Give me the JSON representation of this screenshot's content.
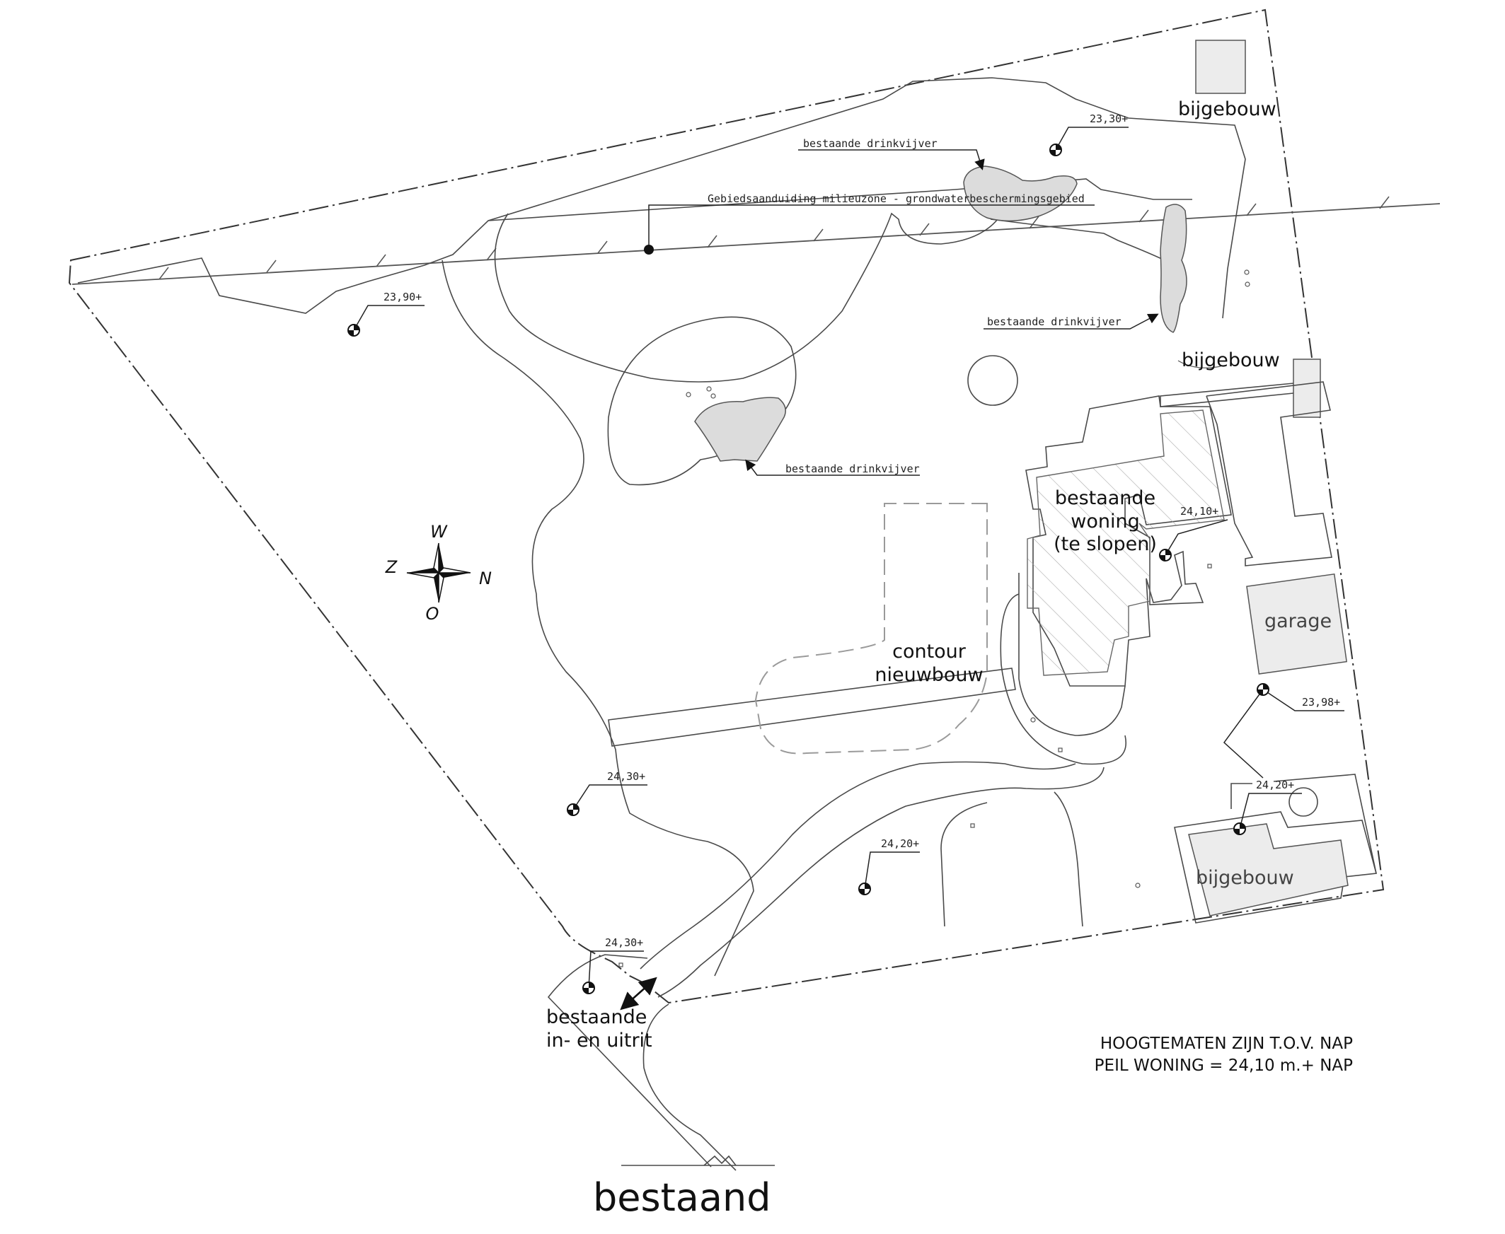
{
  "labels": {
    "bijgebouw_top": "bijgebouw",
    "bijgebouw_mid": "bijgebouw",
    "bijgebouw_bottom": "bijgebouw",
    "garage": "garage",
    "woning_line1": "bestaande",
    "woning_line2": "woning",
    "woning_line3": "(te slopen)",
    "contour_line1": "contour",
    "contour_line2": "nieuwbouw",
    "inrit_line1": "bestaande",
    "inrit_line2": "in- en uitrit",
    "pond_top": "bestaande drinkvijver",
    "pond_right": "bestaande drinkvijver",
    "pond_center": "bestaande drinkvijver",
    "zone": "Gebiedsaanduiding milieuzone - grondwaterbeschermingsgebied",
    "title": "bestaand"
  },
  "elevations": {
    "e1": "23,30+",
    "e2": "23,90+",
    "e3": "24,10+",
    "e4": "23,98+",
    "e5": "24,20+",
    "e6": "24,30+",
    "e7": "24,20+",
    "e8": "24,30+"
  },
  "compass": {
    "north": "N",
    "south": "Z",
    "east": "O",
    "west": "W"
  },
  "notes": {
    "line1": "HOOGTEMATEN ZIJN T.O.V. NAP",
    "line2": "PEIL WONING = 24,10 m.+ NAP"
  }
}
